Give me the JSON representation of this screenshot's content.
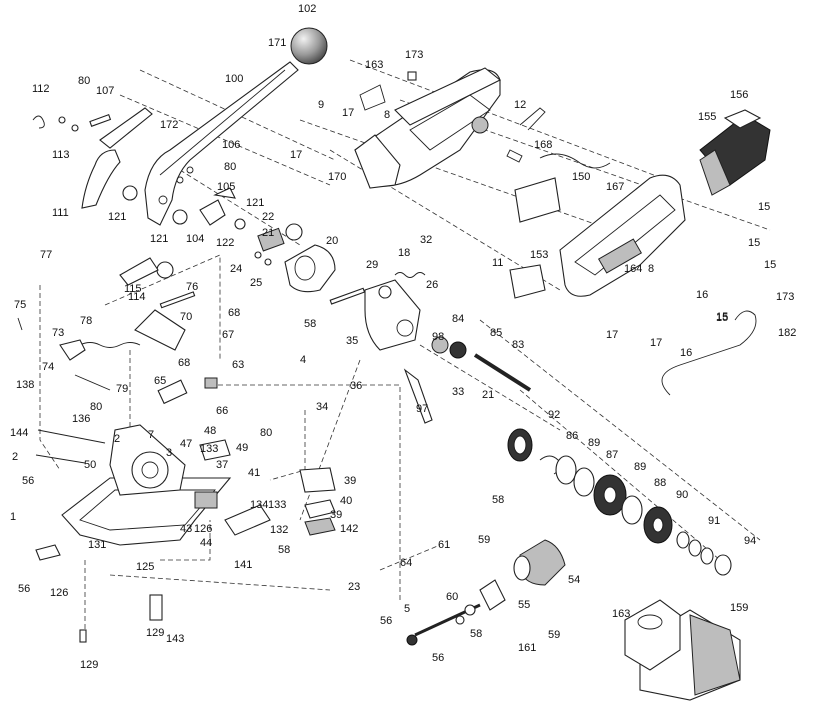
{
  "diagram": {
    "type": "exploded-parts-diagram",
    "callouts": [
      "102",
      "171",
      "100",
      "112",
      "80",
      "107",
      "172",
      "113",
      "106",
      "80",
      "105",
      "111",
      "121",
      "121",
      "104",
      "122",
      "121",
      "22",
      "21",
      "24",
      "25",
      "20",
      "163",
      "173",
      "9",
      "17",
      "17",
      "8",
      "170",
      "12",
      "168",
      "150",
      "167",
      "155",
      "156",
      "15",
      "15",
      "15",
      "15",
      "11",
      "153",
      "164",
      "8",
      "173",
      "16",
      "15",
      "16",
      "17",
      "17",
      "182",
      "77",
      "115",
      "114",
      "76",
      "75",
      "73",
      "78",
      "70",
      "68",
      "67",
      "68",
      "74",
      "79",
      "80",
      "138",
      "65",
      "63",
      "66",
      "144",
      "136",
      "133",
      "48",
      "80",
      "47",
      "49",
      "37",
      "2",
      "2",
      "3",
      "7",
      "50",
      "41",
      "39",
      "40",
      "39",
      "142",
      "56",
      "1",
      "131",
      "134",
      "133",
      "132",
      "58",
      "43",
      "126",
      "44",
      "141",
      "56",
      "126",
      "125",
      "129",
      "143",
      "129",
      "23",
      "34",
      "18",
      "32",
      "29",
      "26",
      "58",
      "35",
      "4",
      "36",
      "98",
      "84",
      "85",
      "83",
      "21",
      "33",
      "97",
      "92",
      "86",
      "89",
      "87",
      "89",
      "88",
      "90",
      "91",
      "94",
      "58",
      "61",
      "59",
      "64",
      "54",
      "60",
      "55",
      "5",
      "56",
      "56",
      "58",
      "59",
      "161",
      "163",
      "159"
    ]
  },
  "ball_color": "#9a9a9a"
}
